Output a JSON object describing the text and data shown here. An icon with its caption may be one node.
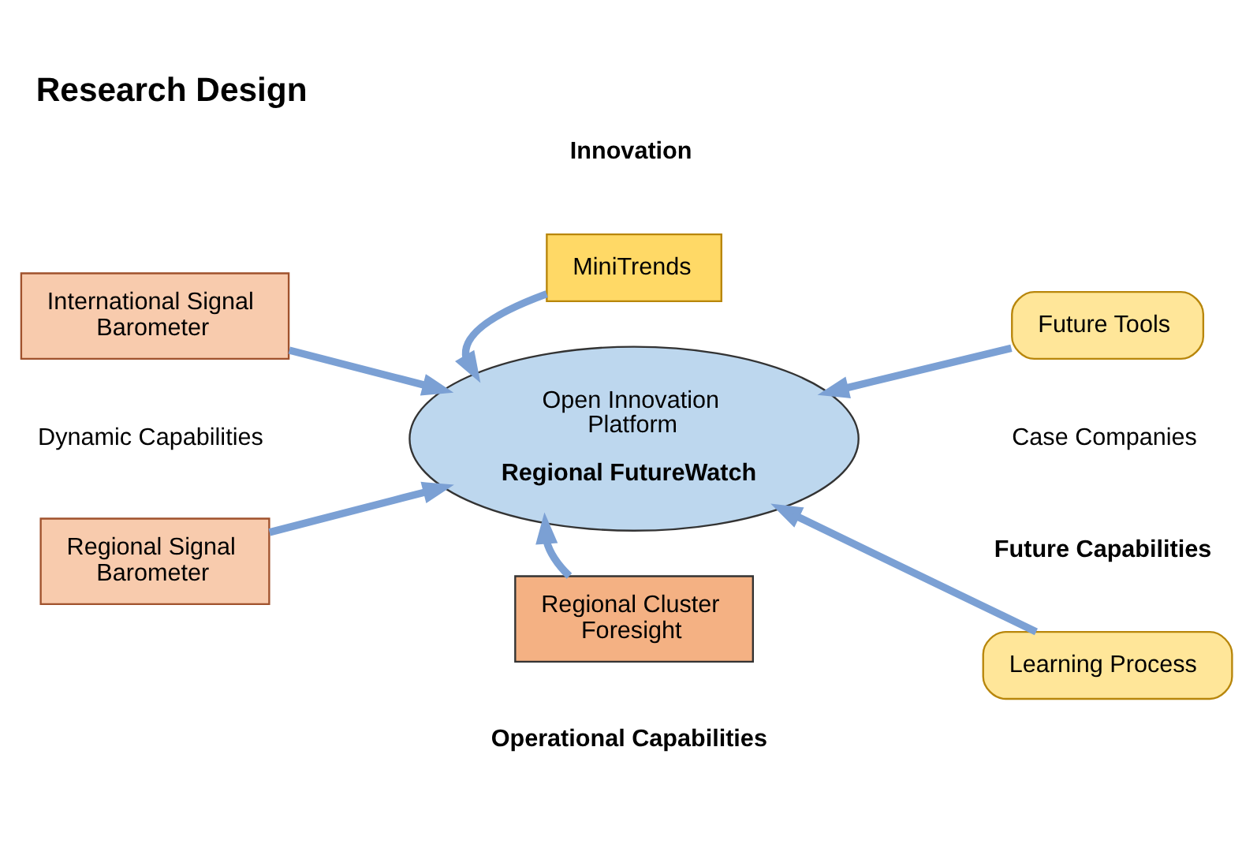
{
  "diagram": {
    "title": "Research Design",
    "nodes": [
      {
        "text": [
          "MiniTrends"
        ],
        "beside": [
          "Innovation"
        ]
      },
      {
        "text": [
          "International Signal Barometer"
        ]
      },
      {
        "text": [
          "Open Innovation Platform",
          "Regional FutureWatch"
        ]
      },
      {
        "text": [
          "Future Tools"
        ]
      },
      {
        "text": [
          "Regional Signal Barometer"
        ]
      },
      {
        "text": [
          "Learning Process"
        ]
      },
      {
        "text": [
          "Regional Cluster Foresight"
        ],
        "beside": [
          "Operational Capabilities"
        ]
      }
    ],
    "edges": [
      {
        "from": 0,
        "to": 2,
        "arrow": "to"
      },
      {
        "from": 1,
        "to": 2,
        "arrow": "to"
      },
      {
        "from": 3,
        "to": 2,
        "arrow": "to"
      },
      {
        "from": 4,
        "to": 2,
        "arrow": "to"
      },
      {
        "from": 5,
        "to": 2,
        "arrow": "to"
      },
      {
        "from": 6,
        "to": 2,
        "arrow": "to"
      }
    ],
    "labels": [
      "Dynamic Capabilities",
      "Case Companies",
      "Future Capabilities"
    ]
  }
}
